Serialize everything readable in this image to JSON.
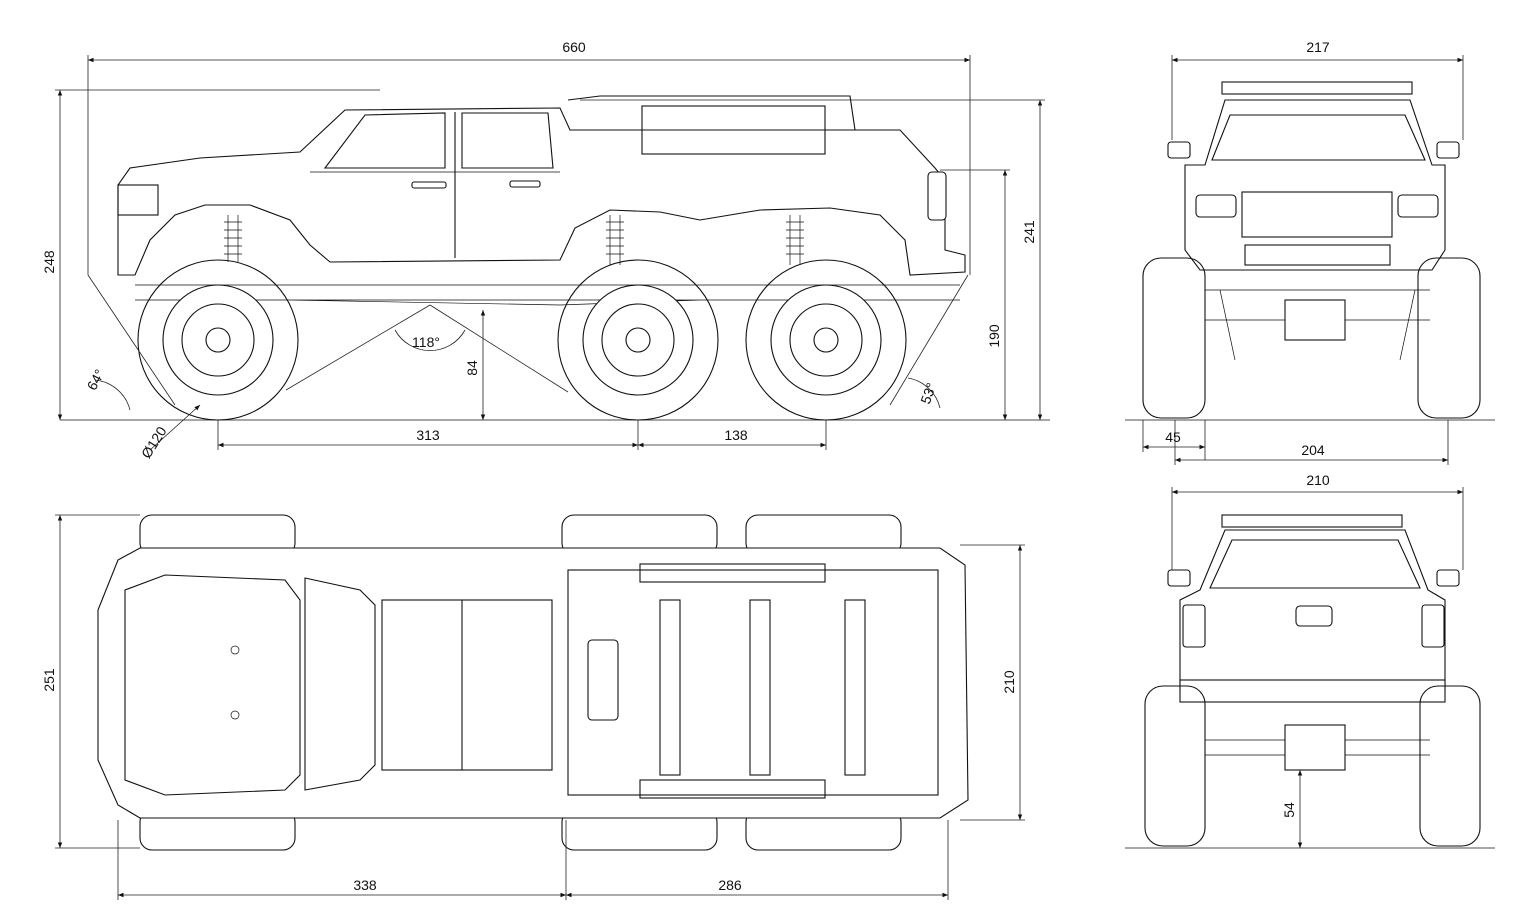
{
  "diagram": {
    "side_view": {
      "overall_length": "660",
      "overall_height": "248",
      "body_height": "241",
      "clearance_height": "190",
      "ground_clearance": "84",
      "wheel_diameter": "Ø120",
      "wheelbase_front": "313",
      "wheelbase_rear": "138",
      "approach_angle": "64°",
      "breakover_angle": "118°",
      "departure_angle": "53°"
    },
    "front_view": {
      "overall_width": "217",
      "track_width": "204",
      "tire_width": "45"
    },
    "top_view": {
      "overall_width": "251",
      "body_width": "210",
      "front_section": "338",
      "rear_section": "286"
    },
    "rear_view": {
      "overall_width": "210",
      "axle_clearance": "54"
    }
  }
}
